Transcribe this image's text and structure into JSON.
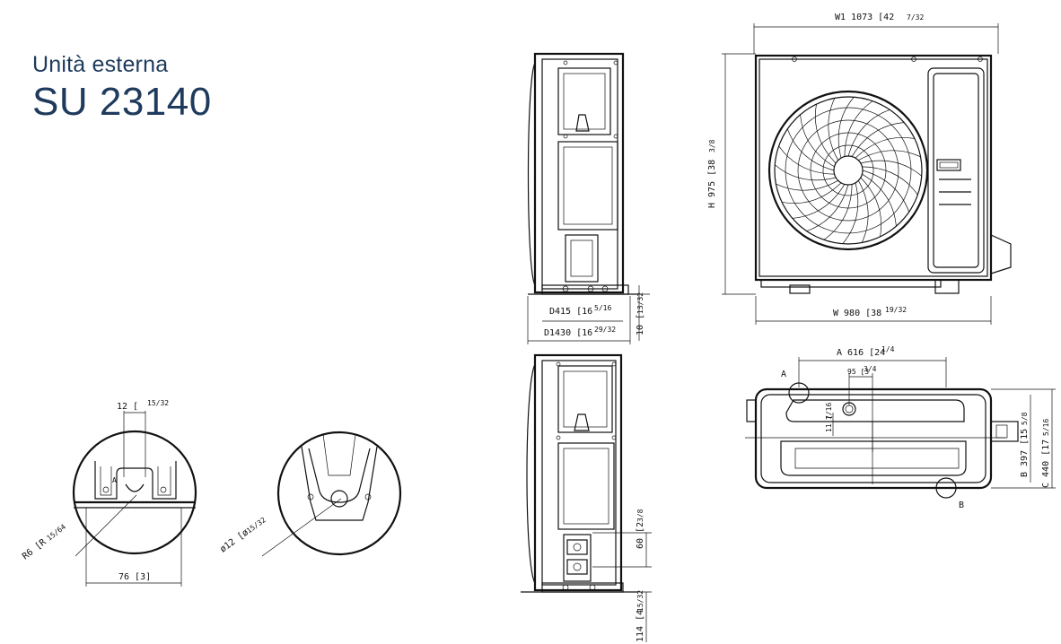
{
  "header": {
    "subtitle": "Unità esterna",
    "model": "SU 23140"
  },
  "front_view": {
    "w1": "W1 1073 [42",
    "w1_frac": "7/32",
    "h": "H 975 [38",
    "h_frac": "3/8",
    "w": "W 980 [38",
    "w_frac": "19/32"
  },
  "side_view": {
    "d": "D415 [16",
    "d_frac": "5/16",
    "d1": "D1430 [16",
    "d1_frac": "29/32",
    "foot": "10 [",
    "foot_frac": "13/32"
  },
  "side_view_lower": {
    "v60": "60 [2",
    "v60_frac": "3/8",
    "v114": "114 [4",
    "v114_frac": "15/32"
  },
  "top_view": {
    "a": "A 616 [24",
    "a_frac": "1/4",
    "d95": "95 [3",
    "d95_frac": "3/4",
    "d11": "11 [",
    "d11_frac": "7/16",
    "b": "B 397 [15",
    "b_frac": "5/8",
    "c": "C 440 [17",
    "c_frac": "5/16",
    "label_a": "A",
    "label_b": "B"
  },
  "detail_a": {
    "d12": "12 [",
    "d12_frac": "15/32",
    "r6": "R6 [R",
    "r6_frac": "15/64",
    "d76": "76 [3]",
    "label": "A"
  },
  "detail_b": {
    "phi": "ø12 [ø",
    "phi_frac": "15/32"
  }
}
